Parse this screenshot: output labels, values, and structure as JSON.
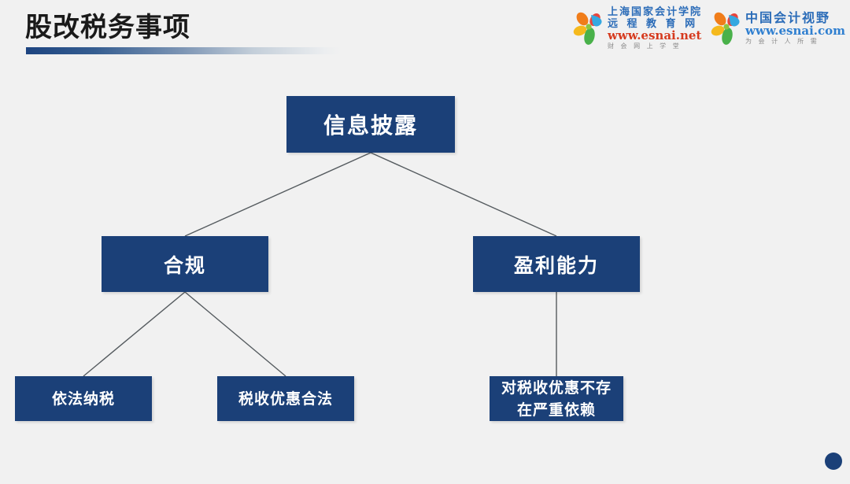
{
  "slide": {
    "title": "股改税务事项",
    "background_color": "#f1f1f1",
    "accent_color": "#1b4078"
  },
  "logos": [
    {
      "name": "esnai-net-logo",
      "line1": "上海国家会计学院",
      "line2": "远 程 教 育 网",
      "url": "www.esnai.net",
      "tagline": "财 会 网 上 学 堂"
    },
    {
      "name": "esnai-com-logo",
      "line1": "中国会计视野",
      "line2": "",
      "url": "www.esnai.com",
      "tagline": "为 会 计 人 所 需"
    }
  ],
  "diagram": {
    "type": "tree",
    "nodes": [
      {
        "id": "root",
        "label": "信息披露",
        "level": 1
      },
      {
        "id": "compliance",
        "label": "合规",
        "level": 2
      },
      {
        "id": "profit",
        "label": "盈利能力",
        "level": 2
      },
      {
        "id": "tax_law",
        "label": "依法纳税",
        "level": 3
      },
      {
        "id": "tax_pref",
        "label": "税收优惠合法",
        "level": 3
      },
      {
        "id": "no_reliance",
        "label": "对税收优惠不存在严重依赖",
        "level": 3,
        "label_line1": "对税收优惠不存",
        "label_line2": "在严重依赖"
      }
    ],
    "edges": [
      {
        "from": "root",
        "to": "compliance"
      },
      {
        "from": "root",
        "to": "profit"
      },
      {
        "from": "compliance",
        "to": "tax_law"
      },
      {
        "from": "compliance",
        "to": "tax_pref"
      },
      {
        "from": "profit",
        "to": "no_reliance"
      }
    ]
  }
}
